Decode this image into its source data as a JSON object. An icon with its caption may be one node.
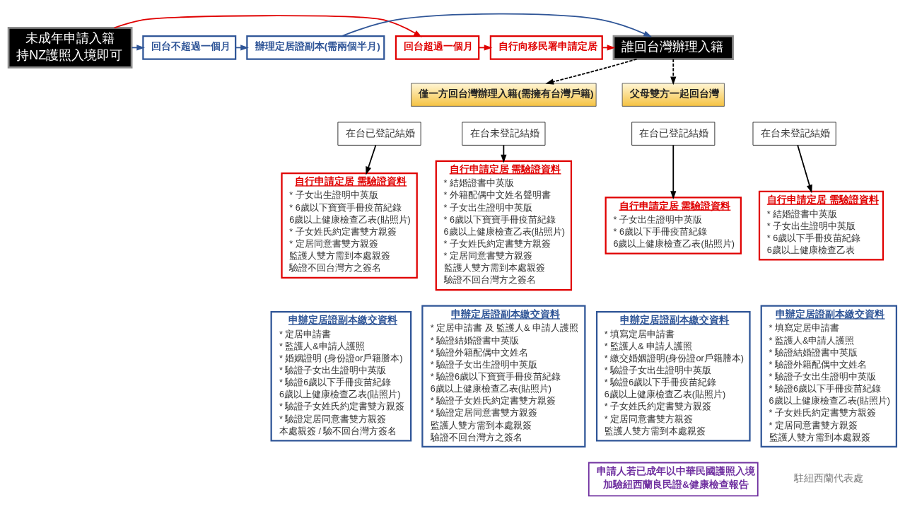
{
  "diagram": {
    "nodes": [
      {
        "text": [
          "未成年申請入籍",
          "持NZ護照入境即可"
        ]
      },
      {
        "text": [
          "回台不超過一個月"
        ]
      },
      {
        "text": [
          "回台超過一個月"
        ]
      },
      {
        "text": [
          "辦理定居證副本(需兩個半月)"
        ]
      },
      {
        "text": [
          "自行向移民署申請定居"
        ]
      },
      {
        "text": [
          "誰回台灣辦理入籍"
        ]
      },
      {
        "text": [
          "僅一方回台灣辦理入籍(需擁有台灣戶籍)"
        ]
      },
      {
        "text": [
          "在台已登記結婚"
        ]
      },
      {
        "text": [
          "在台未登記結婚"
        ]
      },
      {
        "text": [
          "自行申請定居 需驗證資料",
          "* 子女出生證明中英版",
          "* 6歲以下寶寶手冊疫苗紀錄",
          "6歲以上健康檢查乙表(貼照片)",
          "* 子女姓氏約定書雙方親簽",
          "* 定居同意書雙方親簽",
          "監護人雙方需到本處親簽",
          "驗證不回台灣方之簽名"
        ]
      },
      {
        "text": [
          "申辦定居證副本繳交資料",
          "* 定居申請書",
          "* 監護人&申請人護照",
          "* 婚姻證明 (身份證or戶籍謄本)",
          "* 驗證子女出生證明中英版",
          "* 驗證6歲以下手冊疫苗紀錄",
          "6歲以上健康檢查乙表(貼照片)",
          "* 驗證子女姓氏約定書雙方親簽",
          "* 驗證定居同意書雙方親簽",
          "本處親簽 / 驗不回台灣方簽名"
        ]
      },
      {
        "text": [
          "自行申請定居 需驗證資料",
          "* 結婚證書中英版",
          "* 外籍配偶中文姓名聲明書",
          "* 子女出生證明中英版",
          "* 6歲以下寶寶手冊疫苗紀錄",
          "6歲以上健康檢查乙表(貼照片)",
          "* 子女姓氏約定書雙方親簽",
          "* 定居同意書雙方親簽",
          "監護人雙方需到本處親簽",
          "驗證不回台灣方之簽名"
        ]
      },
      {
        "text": [
          "申辦定居證副本繳交資料",
          "* 定居申請書 及 監護人& 申請人護照",
          "* 驗證結婚證書中英版",
          "* 驗證外籍配偶中文姓名",
          "* 驗證子女出生證明中英版",
          "* 驗證6歲以下寶寶手冊疫苗紀錄",
          "6歲以上健康檢查乙表(貼照片)",
          "* 驗證子女姓氏約定書雙方親簽",
          "* 驗證定居同意書雙方親簽",
          "監護人雙方需到本處親簽",
          "驗證不回台灣方之簽名"
        ]
      },
      {
        "text": [
          "父母雙方一起回台灣"
        ]
      },
      {
        "text": [
          "在台已登記結婚"
        ]
      },
      {
        "text": [
          "在台未登記結婚"
        ]
      },
      {
        "text": [
          "自行申請定居 需驗證資料",
          "* 子女出生證明中英版",
          "* 6歲以下手冊疫苗紀錄",
          "6歲以上健康檢查乙表(貼照片)"
        ]
      },
      {
        "text": [
          "申辦定居證副本繳交資料",
          "* 填寫定居申請書",
          "* 監護人& 申請人護照",
          "* 繳交婚姻證明(身份證or戶籍謄本)",
          "* 驗證子女出生證明中英版",
          "* 驗證6歲以下手冊疫苗紀錄",
          "6歲以上健康檢查乙表(貼照片)",
          "* 子女姓氏約定書雙方親簽",
          "* 定居同意書雙方親簽",
          "監護人雙方需到本處親簽"
        ]
      },
      {
        "text": [
          "申請人若已成年以中華民國護照入境",
          "加驗紐西蘭良民證&健康檢查報告"
        ]
      },
      {
        "text": [
          "自行申請定居 需驗證資料",
          "* 結婚證書中英版",
          "* 子女出生證明中英版",
          "* 6歲以下手冊疫苗紀錄",
          "6歲以上健康檢查乙表"
        ]
      },
      {
        "text": [
          "申辦定居證副本繳交資料",
          "* 填寫定居申請書",
          "* 監護人&申請人護照",
          "* 驗證結婚證書中英版",
          "* 驗證外籍配偶中文姓名",
          "* 驗證子女出生證明中英版",
          "* 驗證6歲以下手冊疫苗紀錄",
          "6歲以上健康檢查乙表(貼照片)",
          "* 子女姓氏約定書雙方親簽",
          "* 定居同意書雙方親簽",
          "監護人雙方需到本處親簽"
        ]
      }
    ],
    "edges": [
      {
        "from": 0,
        "to": 1,
        "arrow": "to",
        "color": "#2f5597"
      },
      {
        "from": 0,
        "to": 2,
        "arrow": "to",
        "color": "#e00000"
      },
      {
        "from": 1,
        "to": 3,
        "arrow": "to",
        "color": "#2f5597"
      },
      {
        "from": 2,
        "to": 4,
        "arrow": "to",
        "color": "#e00000"
      },
      {
        "from": 3,
        "to": 5,
        "arrow": "to",
        "color": "#2f5597"
      },
      {
        "from": 4,
        "to": 5,
        "arrow": "to",
        "color": "#e00000"
      },
      {
        "from": 5,
        "to": 6,
        "arrow": "to",
        "style": "dashed"
      },
      {
        "from": 5,
        "to": 13,
        "arrow": "to",
        "style": "dashed"
      },
      {
        "from": 7,
        "to": 9,
        "arrow": "to"
      },
      {
        "from": 8,
        "to": 11,
        "arrow": "to"
      },
      {
        "from": 14,
        "to": 16,
        "arrow": "to"
      },
      {
        "from": 15,
        "to": 19,
        "arrow": "to"
      }
    ],
    "labels": [
      "駐紐西蘭代表處"
    ]
  }
}
